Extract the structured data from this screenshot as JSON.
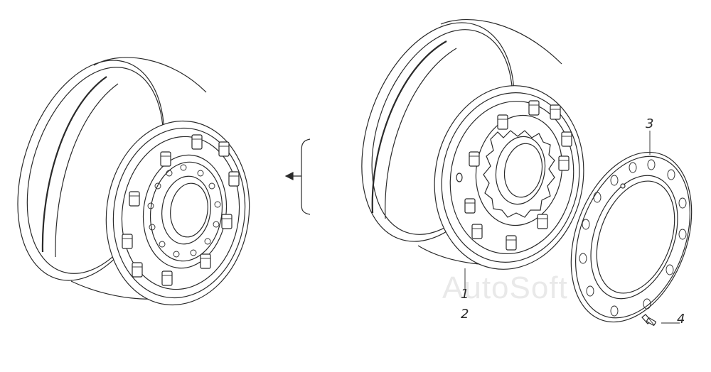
{
  "callouts": {
    "one": "1",
    "two": "2",
    "three": "3",
    "four": "4"
  },
  "watermark": "AutoSoft",
  "colors": {
    "line": "#2a2a2a",
    "watermark": "#e9e9e9",
    "background": "#ffffff"
  }
}
